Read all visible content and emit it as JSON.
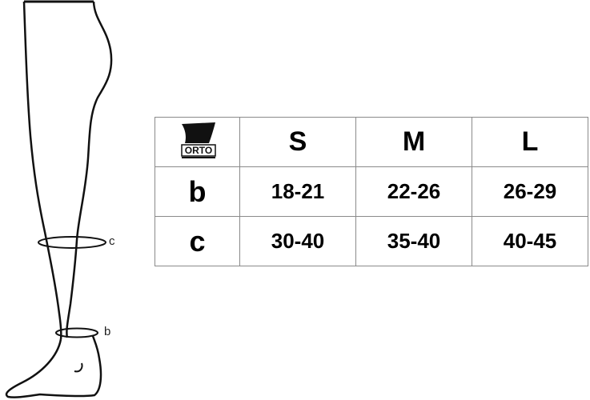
{
  "diagram": {
    "labels": {
      "c": "c",
      "b": "b"
    }
  },
  "size_table": {
    "logo_text": "ORTO",
    "sizes": [
      "S",
      "M",
      "L"
    ],
    "rows": [
      {
        "label": "b",
        "values": [
          "18-21",
          "22-26",
          "26-29"
        ]
      },
      {
        "label": "c",
        "values": [
          "30-40",
          "35-40",
          "40-45"
        ]
      }
    ]
  }
}
